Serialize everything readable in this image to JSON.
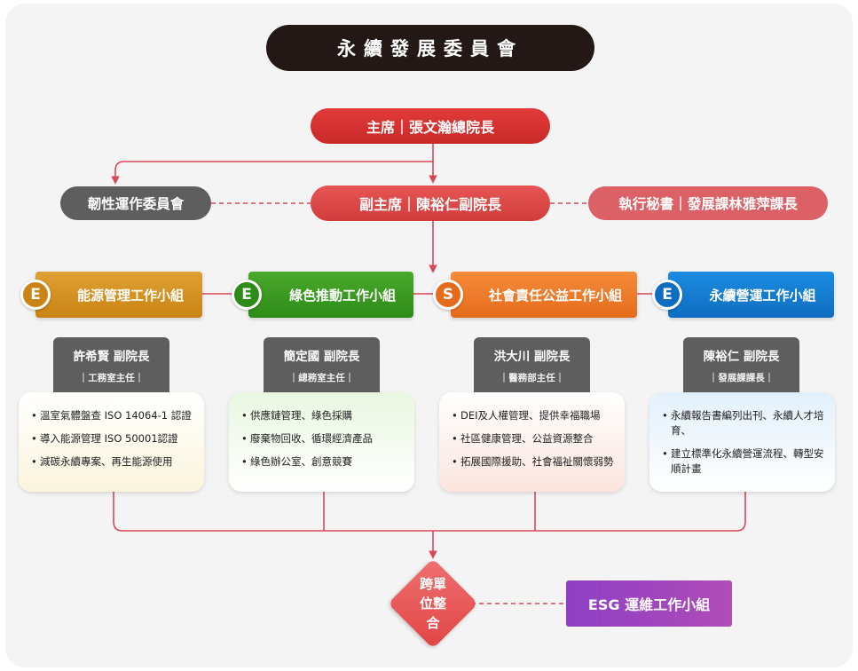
{
  "title": "永續發展委員會",
  "chair": "主席｜張文瀚總院長",
  "vice_chair": "副主席｜陳裕仁副院長",
  "resilience_committee": "韌性運作委員會",
  "secretary": "執行秘書｜發展課林雅萍課長",
  "colors": {
    "title_bg": "#231815",
    "chair": "#c92a2a",
    "line": "#d9485a",
    "energy": "#c98415",
    "green": "#2d8c18",
    "social": "#e56b1c",
    "operations": "#0f6dc0",
    "esg": "#8e3fc4"
  },
  "groups": [
    {
      "badge": "E",
      "name": "能源管理工作小組",
      "leader": "許希賢 副院長",
      "role": "｜工務室主任｜",
      "items": [
        "溫室氣體盤查 ISO 14064-1 認證",
        "導入能源管理 ISO 50001認證",
        "減碳永續專案、再生能源使用"
      ]
    },
    {
      "badge": "E",
      "name": "綠色推動工作小組",
      "leader": "簡定國 副院長",
      "role": "｜總務室主任｜",
      "items": [
        "供應鏈管理、綠色採購",
        "廢棄物回收、循環經濟產品",
        "綠色辦公室、創意競賽"
      ]
    },
    {
      "badge": "S",
      "name": "社會責任公益工作小組",
      "leader": "洪大川 副院長",
      "role": "｜醫務部主任｜",
      "items": [
        "DEI及人權管理、提供幸福職場",
        "社區健康管理、公益資源整合",
        "拓展國際援助、社會福祉關懷弱勢"
      ]
    },
    {
      "badge": "E",
      "name": "永續營運工作小組",
      "leader": "陳裕仁 副院長",
      "role": "｜發展課課長｜",
      "items": [
        "永續報告書編列出刊、永續人才培育、",
        "建立標準化永續營運流程、轉型安順計畫"
      ]
    }
  ],
  "cross_unit": "跨單位整合",
  "esg_group": "ESG 運維工作小組"
}
